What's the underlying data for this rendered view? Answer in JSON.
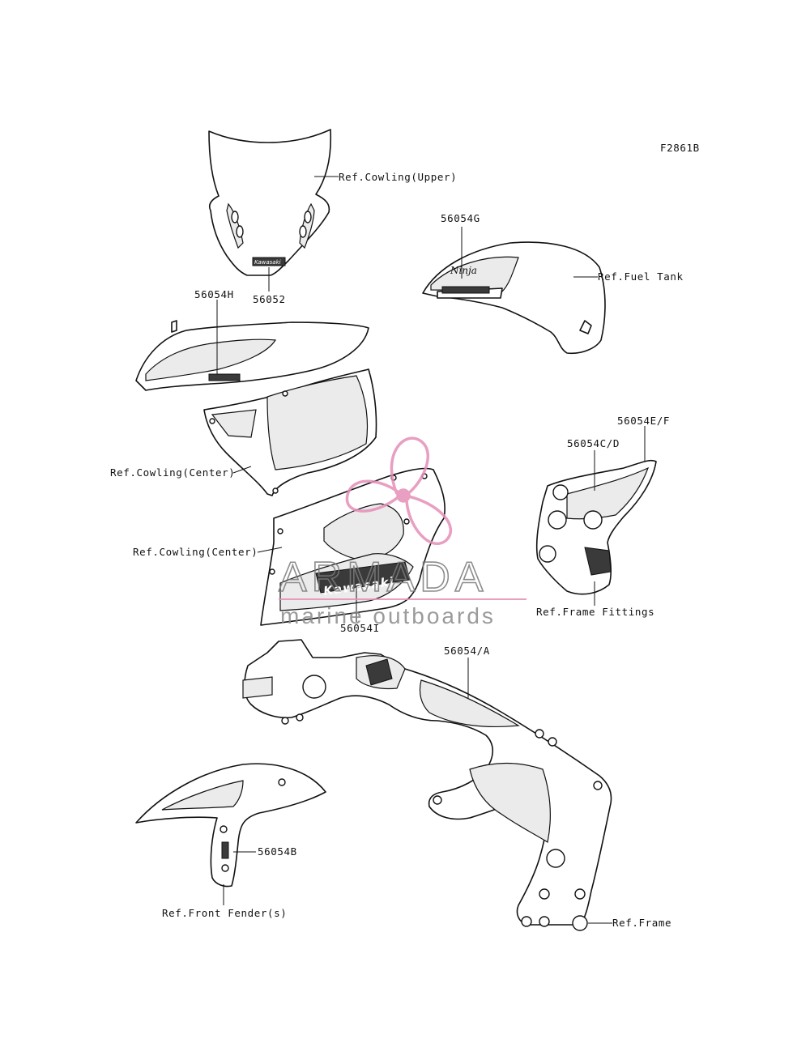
{
  "figure_code": "F2861B",
  "labels": {
    "cowling_upper_ref": "Ref.Cowling(Upper)",
    "part_56052": "56052",
    "part_56054G": "56054G",
    "fuel_tank_ref": "Ref.Fuel Tank",
    "part_56054H": "56054H",
    "cowling_center_ref_1": "Ref.Cowling(Center)",
    "cowling_center_ref_2": "Ref.Cowling(Center)",
    "part_56054I": "56054I",
    "part_56054EF": "56054E/F",
    "part_56054CD": "56054C/D",
    "frame_fittings_ref": "Ref.Frame Fittings",
    "part_56054A": "56054/A",
    "part_56054B": "56054B",
    "front_fender_ref": "Ref.Front Fender(s)",
    "frame_ref": "Ref.Frame"
  },
  "watermark": {
    "title": "ARMADA",
    "subtitle": "marine outboards",
    "accent_color": "#e48fb8",
    "text_color": "#7a7a7a"
  },
  "decals": {
    "windscreen_logo": "Kawasaki",
    "cowl_logo": "Kawasaki",
    "tank_logo": "Ninja"
  }
}
